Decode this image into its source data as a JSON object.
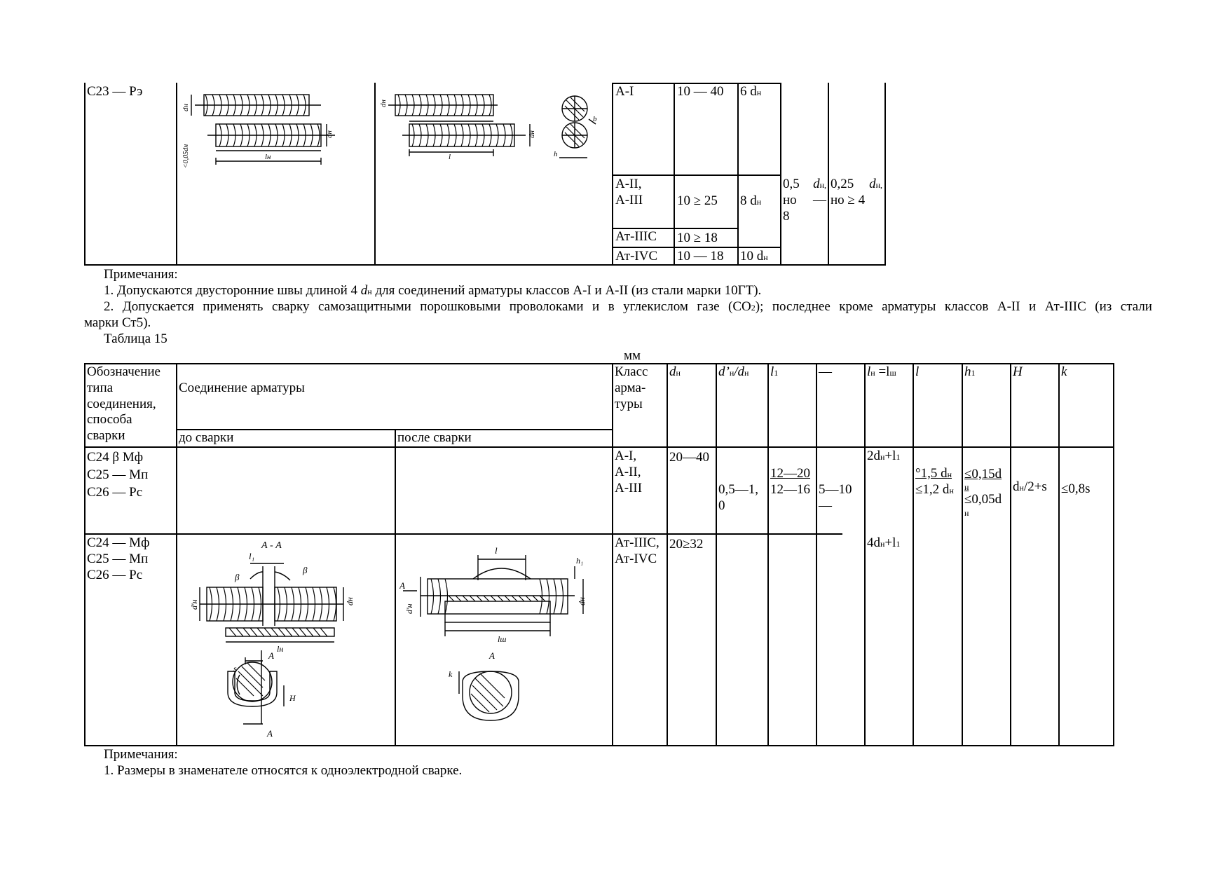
{
  "top_table": {
    "type_label": "С23 — Рэ",
    "rows": [
      {
        "class": "А-I",
        "diam": "10 — 40",
        "len": "6 d",
        "len_sub": "н"
      },
      {
        "class": "А-II,",
        "class2": "А-III",
        "diam": "10 ≥ 25",
        "len": "8 d",
        "len_sub": "н"
      },
      {
        "class": "Ат-IIIС",
        "diam": "10 ≥ 18"
      },
      {
        "class": "Ат-IVС",
        "diam": "10 — 18",
        "len": "10 d",
        "len_sub": "н"
      }
    ],
    "col_h_l1": "0,5",
    "col_h_l1b": "d",
    "col_h_l1c": "н,",
    "col_h_l2": "но",
    "col_h_l2b": "—",
    "col_h_l3": "8",
    "col_k_l1": "0,25",
    "col_k_l1b": "d",
    "col_k_l1c": "н,",
    "col_k_l2": "но ≥ 4"
  },
  "notes1": {
    "heading": "Примечания:",
    "n1_a": "1. Допускаются двусторонние швы длиной 4 ",
    "n1_d": "d",
    "n1_sub": "н",
    "n1_b": " для соединений арматуры классов А-I и А-II (из стали марки 10ГТ).",
    "n2_a": "2. Допускается применять сварку самозащитными порошковыми проволоками и в углекислом газе (CO",
    "n2_sub": "2",
    "n2_b": "); последнее кроме арматуры классов А-II и Ат-IIIС (из стали",
    "n2_c": "марки Ст5).",
    "table_label": "Таблица 15"
  },
  "units": "мм",
  "table15": {
    "h_type": [
      "Обозначение",
      "типа",
      "соединения,",
      "способа",
      "сварки"
    ],
    "h_conn": "Соединение арматуры",
    "h_before": "до сварки",
    "h_after": "после сварки",
    "h_class": [
      "Класс",
      "арма-",
      "туры"
    ],
    "h_dn": "d",
    "h_dn_sub": "н",
    "h_ratio_a": "d’",
    "h_ratio_sub1": "н",
    "h_ratio_b": "/d",
    "h_ratio_sub2": "н",
    "h_l1": "l",
    "h_l1_sub": "1",
    "h_dash": "—",
    "h_ln_a": "l",
    "h_ln_sub": "н",
    "h_ln_b": " =l",
    "h_ln_sub2": "ш",
    "h_l": "l",
    "h_h1": "h",
    "h_h1_sub": "1",
    "h_H": "H",
    "h_k": "k",
    "r1_types": [
      "С24 β Мф",
      "С25 — Мп",
      "С26 — Рс"
    ],
    "r1_class": [
      "А-I,",
      "А-II,",
      "А-III"
    ],
    "r1_dn": "20—40",
    "ratio_val_a": "0,5—1,",
    "ratio_val_b": "0",
    "l1_top": "12—20",
    "l1_bot": "12—16",
    "dash_val_a": "5—10",
    "dash_val_b": "—",
    "r1_ln_a": "2d",
    "r1_ln_sub": "н",
    "r1_ln_b": "+l",
    "r1_ln_sub2": "1",
    "l_top_a": "°1,5 d",
    "l_top_sub": "н",
    "l_bot_a": "≤1,2 d",
    "l_bot_sub": "н",
    "h1_top_a": "≤0,15d",
    "h1_top_sub": "н",
    "h1_bot_a": "≤0,05d",
    "h1_bot_sub": "н",
    "H_a": "d",
    "H_sub": "н",
    "H_b": "/2+s",
    "k_val": "≤0,8s",
    "r2_types": [
      "С24 — Мф",
      "С25 — Мп",
      "С26 — Рс"
    ],
    "r2_class": [
      "Ат-IIIС,",
      "Ат-IVС"
    ],
    "r2_dn": "20≥32",
    "r2_ln_a": "4d",
    "r2_ln_sub": "н",
    "r2_ln_b": "+l",
    "r2_ln_sub2": "1"
  },
  "fig_labels": {
    "section_aa": "А - А",
    "l1": "l₁",
    "beta": "β",
    "dn_prime": "d'н",
    "dn": "dн",
    "ln": "lн",
    "A": "А",
    "s": "s",
    "H": "H",
    "l": "l",
    "h1": "h₁",
    "lsh": "lш",
    "k": "k",
    "b": "b",
    "h": "h",
    "gap": "<0,05dн"
  },
  "notes2": {
    "heading": "Примечания:",
    "n1": "1. Размеры в знаменателе относятся к одноэлектродной сварке."
  }
}
